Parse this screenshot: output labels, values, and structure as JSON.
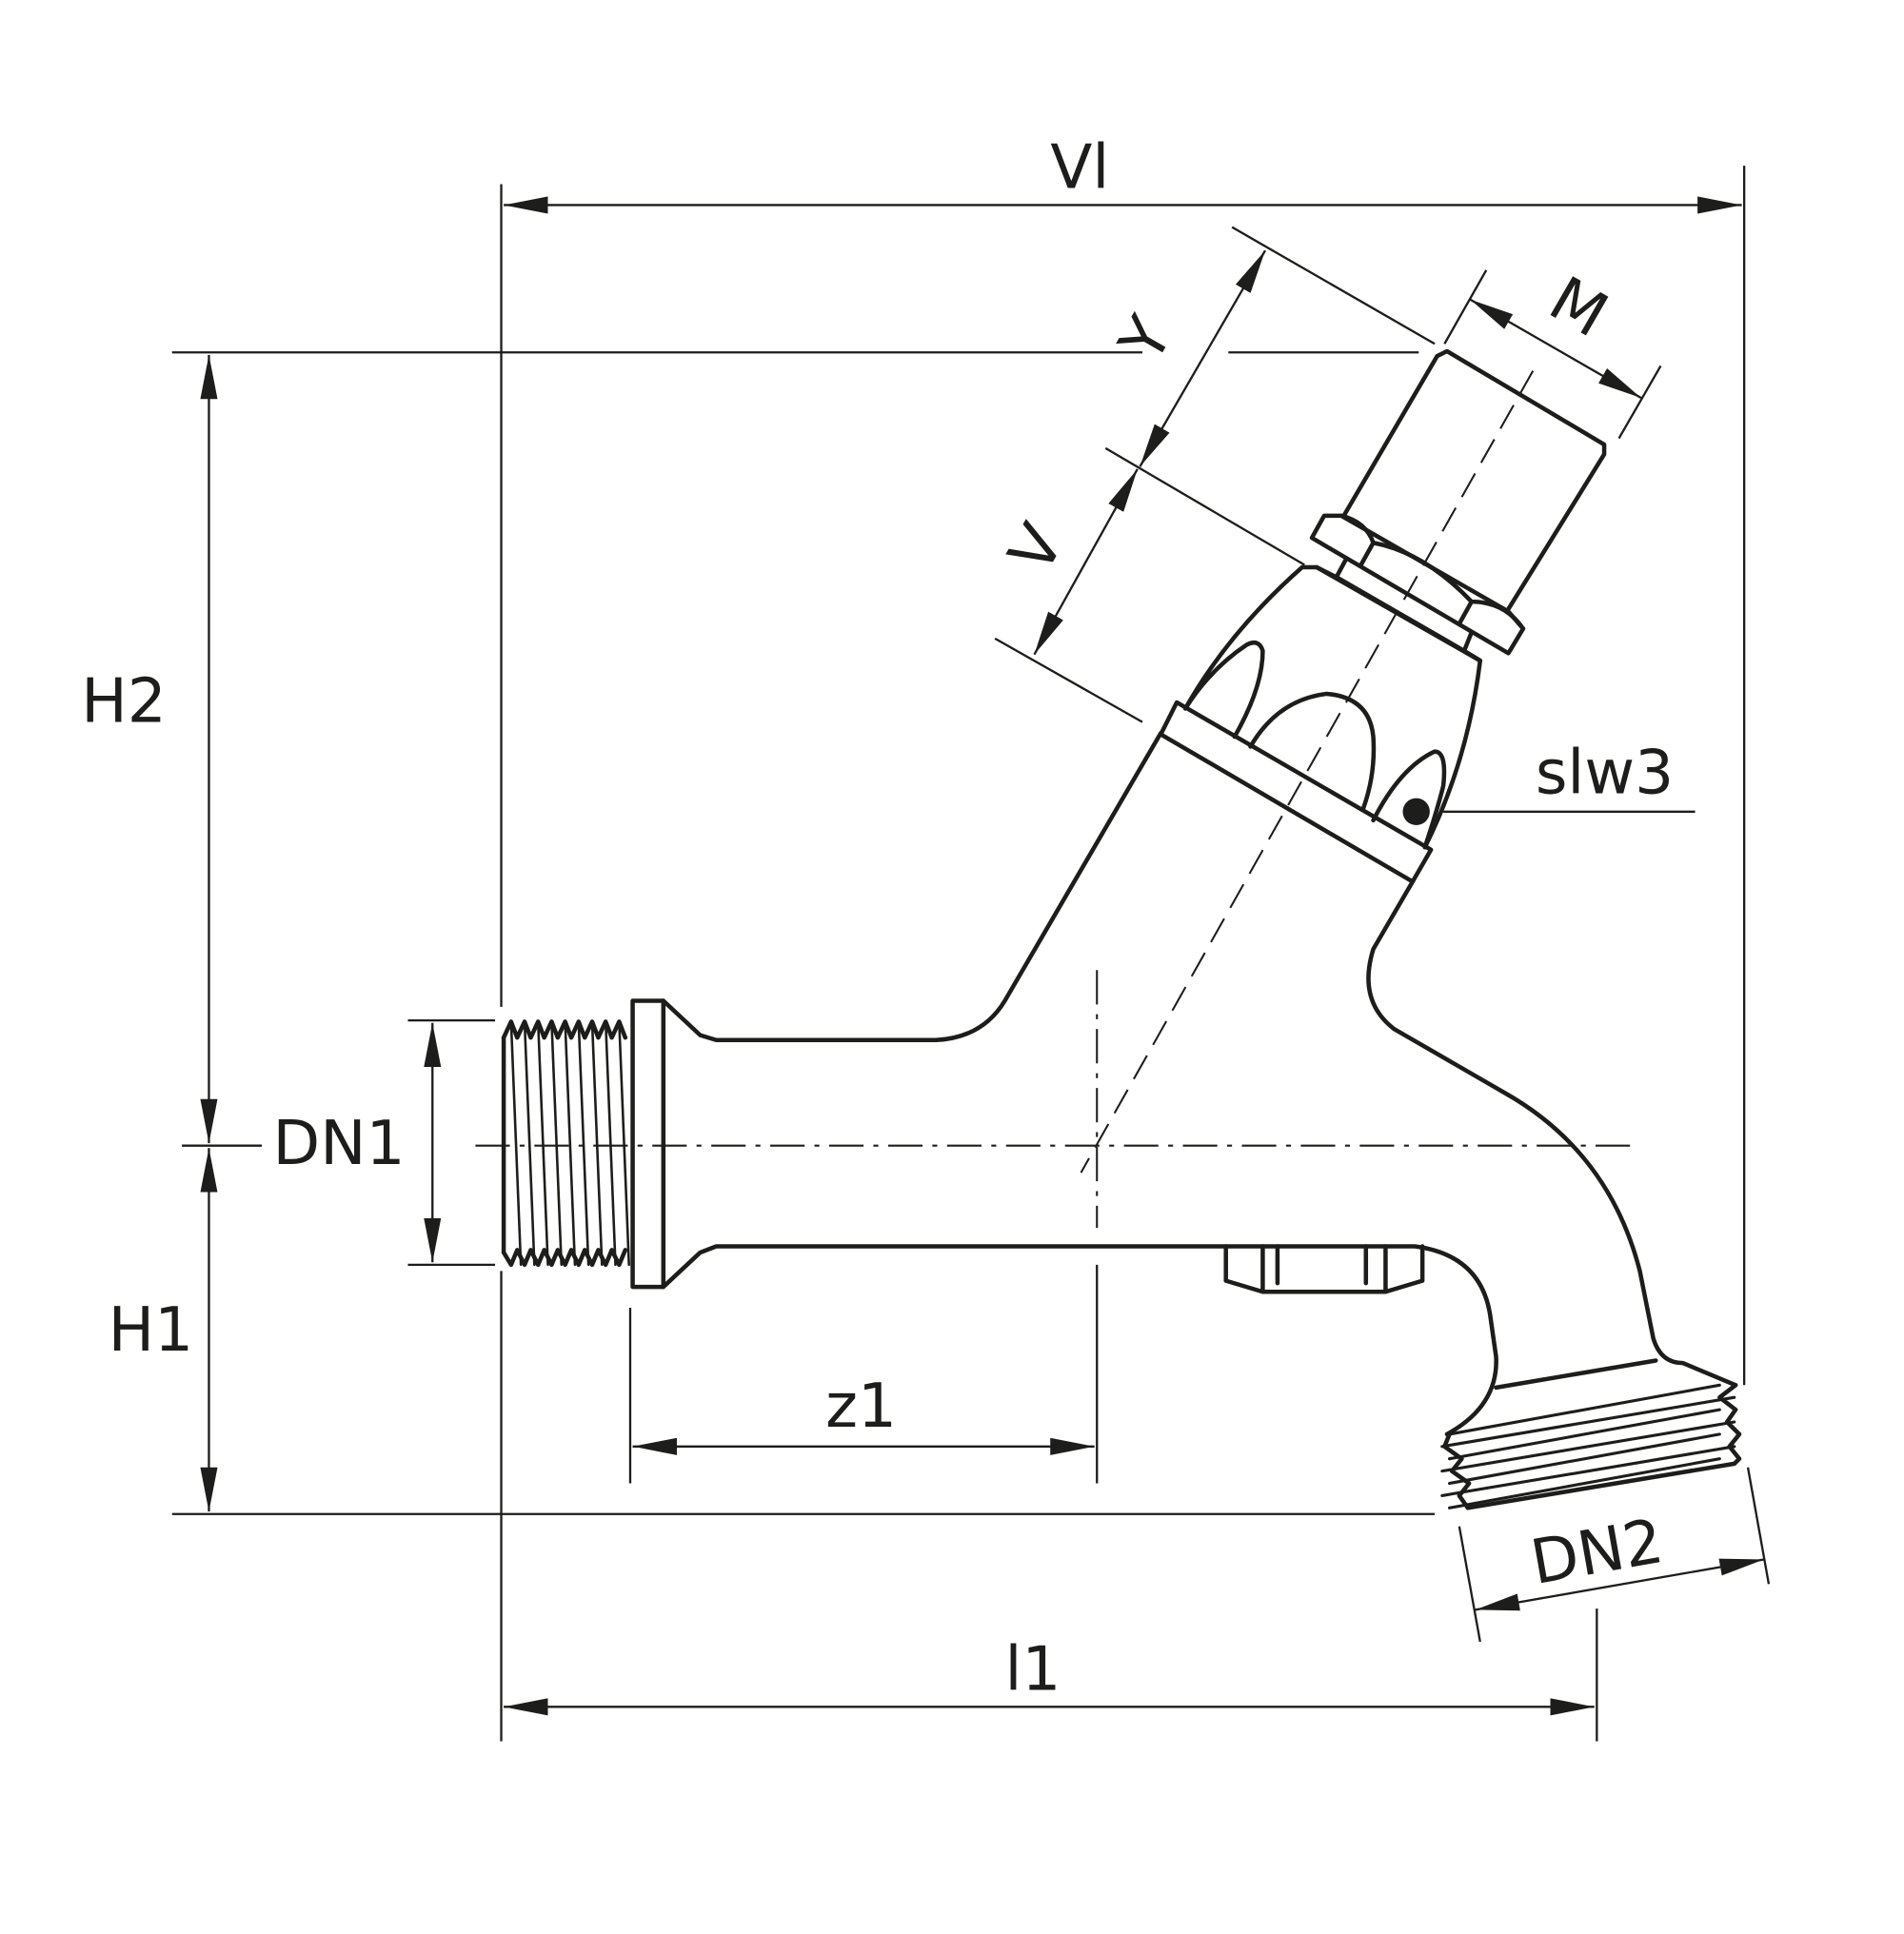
{
  "title": "Tap dimension drawing",
  "labels": {
    "vl": "Vl",
    "y": "Y",
    "m": "M",
    "v": "V",
    "h2": "H2",
    "h1": "H1",
    "dn1": "DN1",
    "dn2": "DN2",
    "z1": "z1",
    "l1": "l1",
    "slw3": "slw3"
  },
  "colors": {
    "ink": "#1d1d1b",
    "background": "#ffffff"
  }
}
